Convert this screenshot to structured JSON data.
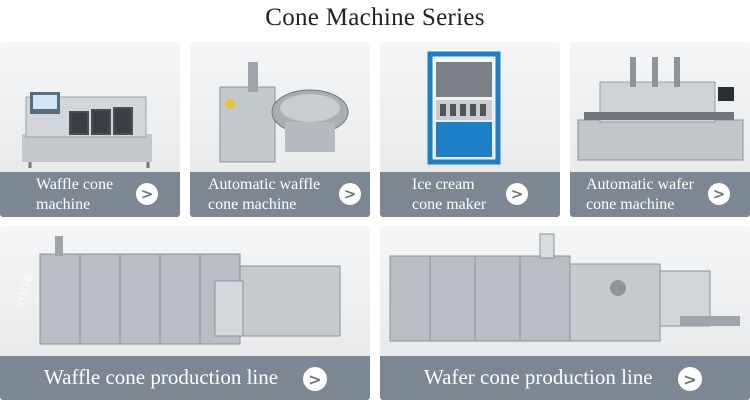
{
  "page": {
    "title": "Cone Machine Series"
  },
  "cards": [
    {
      "caption": "Waffle cone machine",
      "line1": "Waffle cone",
      "line2": "machine",
      "arrow": ">"
    },
    {
      "caption": "Automatic waffle cone machine",
      "line1": "Automatic waffle",
      "line2": "cone machine",
      "arrow": ">"
    },
    {
      "caption": "Ice cream cone maker",
      "line1": "Ice cream",
      "line2": "cone maker",
      "arrow": ">"
    },
    {
      "caption": "Automatic wafer cone machine",
      "line1": "Automatic wafer",
      "line2": "cone machine",
      "arrow": ">"
    }
  ],
  "lines": [
    {
      "caption": "Waffle cone production line",
      "arrow": ">"
    },
    {
      "caption": "Wafer cone production line",
      "arrow": ">"
    }
  ],
  "colors": {
    "caption_bg": "#7d8794",
    "steel": "#b8bec4",
    "blue_frame": "#1e7fc6"
  },
  "icons": {
    "arrow": "chevron-right-icon"
  }
}
